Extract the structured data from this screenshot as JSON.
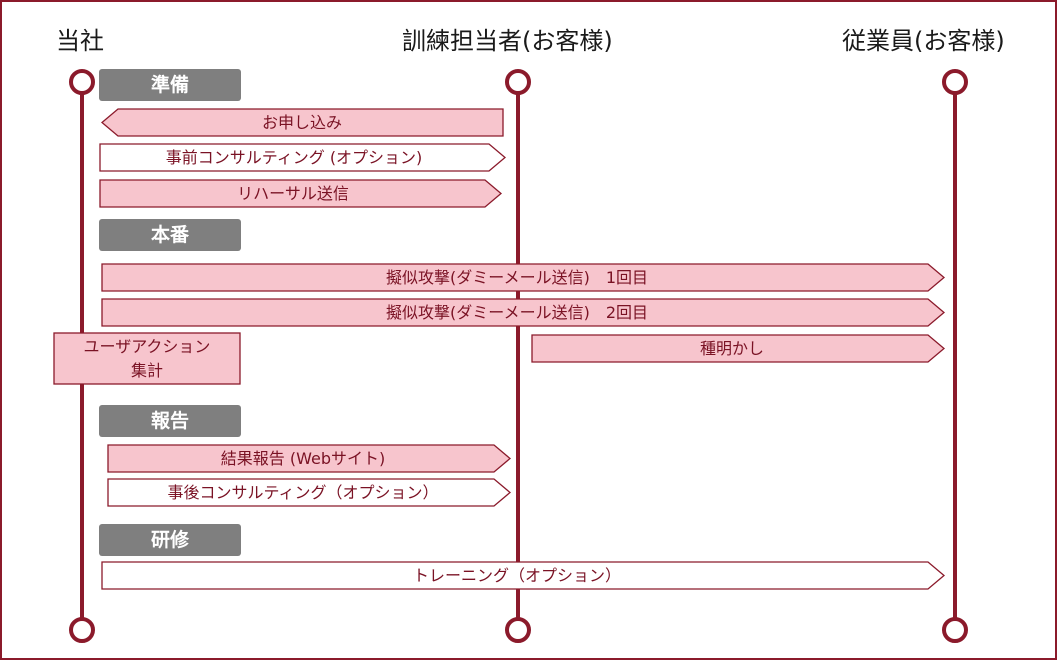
{
  "lanes": [
    {
      "title": "当社"
    },
    {
      "title": "訓練担当者(お客様)"
    },
    {
      "title": "従業員(お客様)"
    }
  ],
  "sections": [
    {
      "label": "準備"
    },
    {
      "label": "本番"
    },
    {
      "label": "報告"
    },
    {
      "label": "研修"
    }
  ],
  "messages": [
    {
      "label": "お申し込み",
      "from": "訓練担当者(お客様)",
      "to": "当社",
      "style": "filled"
    },
    {
      "label": "事前コンサルティング (オプション)",
      "from": "当社",
      "to": "訓練担当者(お客様)",
      "style": "outline"
    },
    {
      "label": "リハーサル送信",
      "from": "当社",
      "to": "訓練担当者(お客様)",
      "style": "filled"
    },
    {
      "label": "擬似攻撃(ダミーメール送信)　1回目",
      "from": "当社",
      "to": "従業員(お客様)",
      "style": "filled"
    },
    {
      "label": "擬似攻撃(ダミーメール送信)　2回目",
      "from": "当社",
      "to": "従業員(お客様)",
      "style": "filled"
    },
    {
      "label": "種明かし",
      "from": "訓練担当者(お客様)",
      "to": "従業員(お客様)",
      "style": "filled"
    },
    {
      "label": "結果報告 (Webサイト)",
      "from": "当社",
      "to": "訓練担当者(お客様)",
      "style": "filled"
    },
    {
      "label": "事後コンサルティング（オプション）",
      "from": "当社",
      "to": "訓練担当者(お客様)",
      "style": "outline"
    },
    {
      "label": "トレーニング（オプション）",
      "from": "当社",
      "to": "従業員(お客様)",
      "style": "outline"
    }
  ],
  "action_box": {
    "label_line1": "ユーザアクション",
    "label_line2": "集計"
  },
  "colors": {
    "lane": "#8b1a2b",
    "arrow_fill": "#f7c5cd",
    "arrow_stroke": "#8b1a2b",
    "section_fill": "#7f7f7f",
    "label_text": "#7a1224"
  }
}
